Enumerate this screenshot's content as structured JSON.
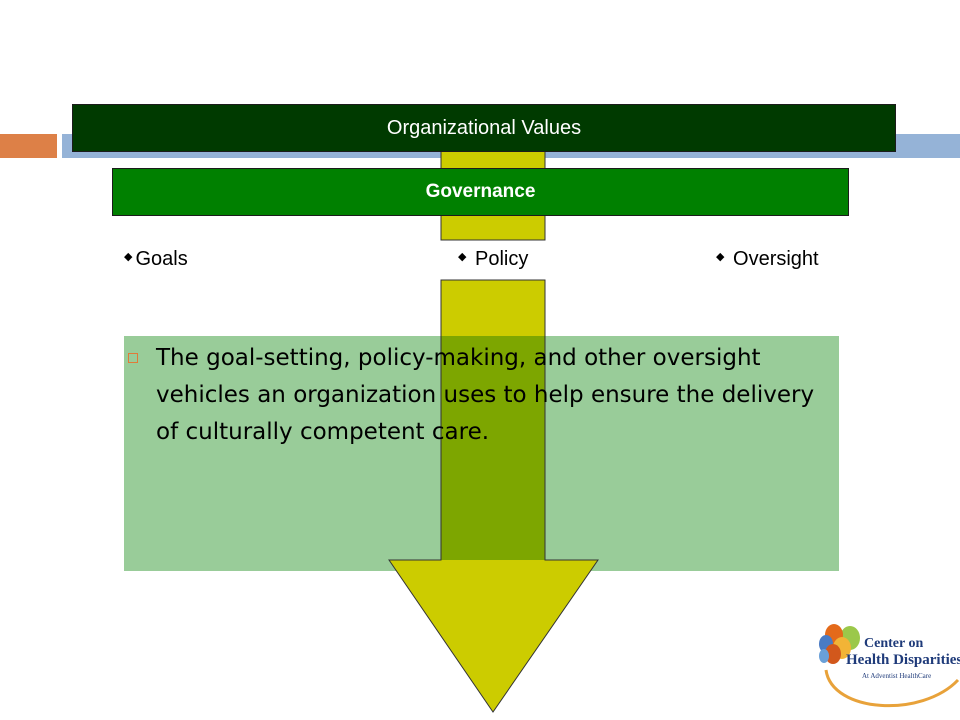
{
  "diagram": {
    "top_bar": "Organizational Values",
    "second_bar": "Governance",
    "labels": [
      "Goals",
      " Policy",
      " Oversight"
    ],
    "bullet_text": "The goal-setting, policy-making, and other oversight vehicles an organization uses to help ensure the delivery of culturally competent care."
  },
  "logo": {
    "line1": "Center on",
    "line2": "Health Disparities",
    "line3": "At Adventist HealthCare"
  },
  "colors": {
    "top_bar": "#003a00",
    "second_bar": "#008000",
    "content_box": "#99cc99",
    "arrow": "#cccc00",
    "accent_orange": "#dd8047",
    "accent_blue": "#95b3d7"
  },
  "icons": {
    "label_bullet": "diamond-icon",
    "text_bullet": "square-bullet-icon"
  }
}
